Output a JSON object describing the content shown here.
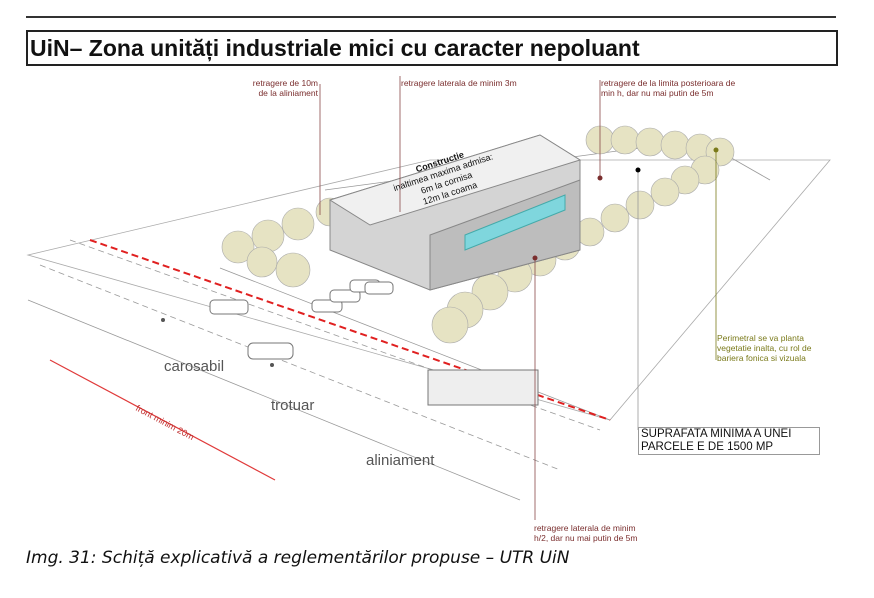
{
  "header": {
    "title": "UiN– Zona unități  industriale mici cu caracter nepoluant"
  },
  "diagram": {
    "annotations": {
      "setback_front": "retragere de 10m\nde la aliniament",
      "setback_side_top": "retragere laterala de minim 3m",
      "setback_rear": "retragere de la limita posterioara de\nmin h, dar nu mai putin de 5m",
      "building_title": "Constructie",
      "building_height": "inaltimea maxima admisa:",
      "building_cornice": "6m la cornisa",
      "building_ridge": "12m la coama",
      "perimeter": "Perimetral se va planta\nvegetatie inalta, cu rol de\nbariera fonica si vizuala",
      "min_area": "SUPRAFATA MINIMA A UNEI\nPARCELE E DE 1500 MP",
      "setback_side_bottom": "retragere laterala de minim\nh/2, dar nu mai putin de 5m",
      "roadway": "carosabil",
      "sidewalk": "trotuar",
      "alignment": "aliniament",
      "front_min": "front minim 20m"
    },
    "colors": {
      "annotation": "#7a2e2e",
      "vegetation": "#7a7a1a",
      "tree": "#e6e3c3",
      "setback_line": "#e02020",
      "glass": "#7fd6dd"
    }
  },
  "caption": "Img. 31:  Schiță explicativă a reglementărilor propuse – UTR UiN"
}
